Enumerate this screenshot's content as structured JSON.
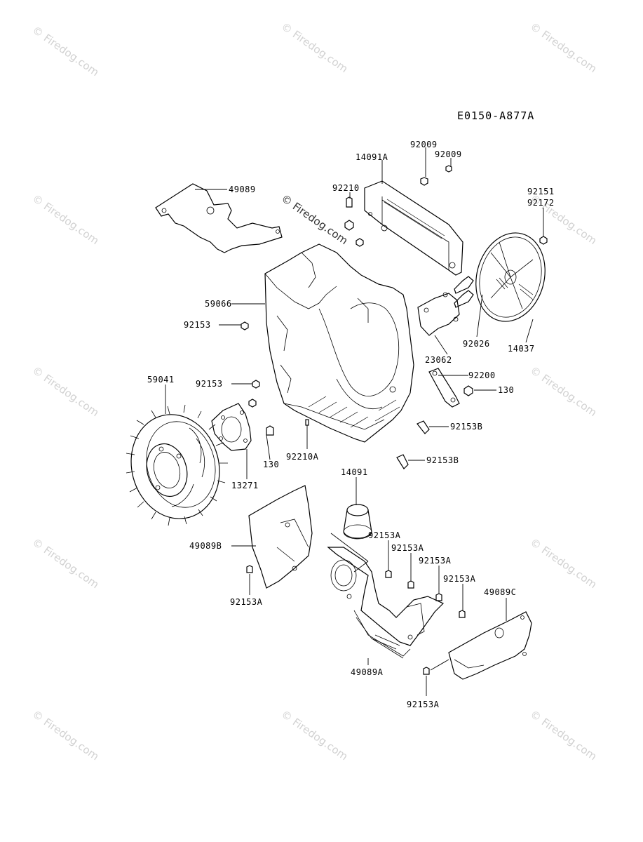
{
  "diagram_code": "E0150-A877A",
  "watermark": {
    "text": "© Firedog.com",
    "center_text": "© Firedog.com"
  },
  "labels": {
    "l49089": "49089",
    "l14091A": "14091A",
    "l92009a": "92009",
    "l92009b": "92009",
    "l92210": "92210",
    "l92151": "92151",
    "l92172": "92172",
    "l59066": "59066",
    "l92153a": "92153",
    "l92026": "92026",
    "l14037": "14037",
    "l23062": "23062",
    "l59041": "59041",
    "l92153b": "92153",
    "l92200": "92200",
    "l130a": "130",
    "l92153B1": "92153B",
    "l130b": "130",
    "l92210A": "92210A",
    "l92153B2": "92153B",
    "l13271": "13271",
    "l14091": "14091",
    "l92153A1": "92153A",
    "l92153A2": "92153A",
    "l92153A3": "92153A",
    "l92153A4": "92153A",
    "l49089B": "49089B",
    "l49089C": "49089C",
    "l92153A5": "92153A",
    "l49089A": "49089A",
    "l92153A6": "92153A"
  }
}
